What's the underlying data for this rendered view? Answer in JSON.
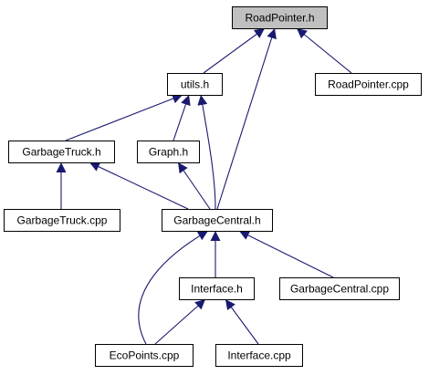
{
  "colors": {
    "edge": "#191970",
    "node_fill": "#ffffff",
    "node_border": "#000000",
    "highlight_fill": "#c0c0c0"
  },
  "nodes": [
    {
      "id": "roadpointer_h",
      "label": "RoadPointer.h",
      "highlighted": true
    },
    {
      "id": "utils_h",
      "label": "utils.h"
    },
    {
      "id": "roadpointer_cpp",
      "label": "RoadPointer.cpp"
    },
    {
      "id": "garbagetruck_h",
      "label": "GarbageTruck.h"
    },
    {
      "id": "graph_h",
      "label": "Graph.h"
    },
    {
      "id": "garbagetruck_cpp",
      "label": "GarbageTruck.cpp"
    },
    {
      "id": "garbagecentral_h",
      "label": "GarbageCentral.h"
    },
    {
      "id": "interface_h",
      "label": "Interface.h"
    },
    {
      "id": "garbagecentral_cpp",
      "label": "GarbageCentral.cpp"
    },
    {
      "id": "ecopoints_cpp",
      "label": "EcoPoints.cpp"
    },
    {
      "id": "interface_cpp",
      "label": "Interface.cpp"
    }
  ],
  "edges": [
    {
      "from": "utils_h",
      "to": "roadpointer_h"
    },
    {
      "from": "garbagecentral_h",
      "to": "roadpointer_h"
    },
    {
      "from": "roadpointer_cpp",
      "to": "roadpointer_h"
    },
    {
      "from": "garbagetruck_h",
      "to": "utils_h"
    },
    {
      "from": "graph_h",
      "to": "utils_h"
    },
    {
      "from": "garbagecentral_h",
      "to": "utils_h"
    },
    {
      "from": "garbagetruck_cpp",
      "to": "garbagetruck_h"
    },
    {
      "from": "garbagecentral_h",
      "to": "garbagetruck_h"
    },
    {
      "from": "garbagecentral_h",
      "to": "graph_h"
    },
    {
      "from": "interface_h",
      "to": "garbagecentral_h"
    },
    {
      "from": "garbagecentral_cpp",
      "to": "garbagecentral_h"
    },
    {
      "from": "ecopoints_cpp",
      "to": "garbagecentral_h"
    },
    {
      "from": "ecopoints_cpp",
      "to": "interface_h"
    },
    {
      "from": "interface_cpp",
      "to": "interface_h"
    }
  ]
}
